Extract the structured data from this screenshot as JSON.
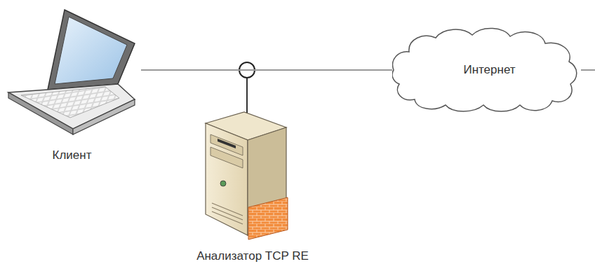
{
  "diagram": {
    "nodes": [
      {
        "text": [
          "Клиент"
        ]
      },
      {
        "text": [
          "Интернет"
        ]
      },
      {
        "text": [
          "Анализатор TCP RE"
        ]
      }
    ],
    "edges": [
      {
        "from": 0,
        "to": 1,
        "arrow": "none"
      }
    ]
  }
}
